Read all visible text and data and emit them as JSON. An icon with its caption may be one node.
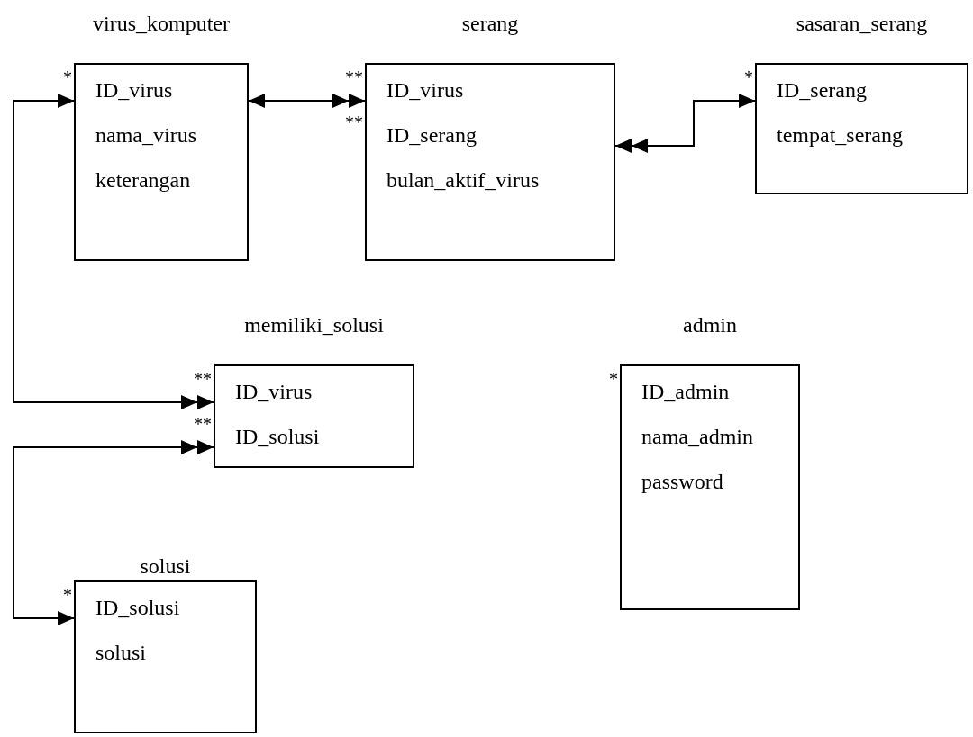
{
  "diagram": {
    "nodes": [
      {
        "text": [
          "virus_komputer",
          "ID_virus",
          "nama_virus",
          "keterangan"
        ],
        "beside": [
          "*"
        ]
      },
      {
        "text": [
          "serang",
          "ID_virus",
          "ID_serang",
          "bulan_aktif_virus"
        ],
        "beside": [
          "**",
          "**"
        ]
      },
      {
        "text": [
          "sasaran_serang",
          "ID_serang",
          "tempat_serang"
        ],
        "beside": [
          "*"
        ]
      },
      {
        "text": [
          "memiliki_solusi",
          "ID_virus",
          "ID_solusi"
        ],
        "beside": [
          "**",
          "**"
        ]
      },
      {
        "text": [
          "admin",
          "ID_admin",
          "nama_admin",
          "password"
        ],
        "beside": [
          "*"
        ]
      },
      {
        "text": [
          "solusi",
          "ID_solusi",
          "solusi"
        ],
        "beside": [
          "*"
        ]
      }
    ],
    "edges": [
      {
        "from": 0,
        "to": 1,
        "arrow": "both"
      },
      {
        "from": 2,
        "to": 1,
        "arrow": "both"
      },
      {
        "from": 0,
        "to": 3,
        "arrow": "both"
      },
      {
        "from": 5,
        "to": 3,
        "arrow": "both"
      }
    ]
  }
}
